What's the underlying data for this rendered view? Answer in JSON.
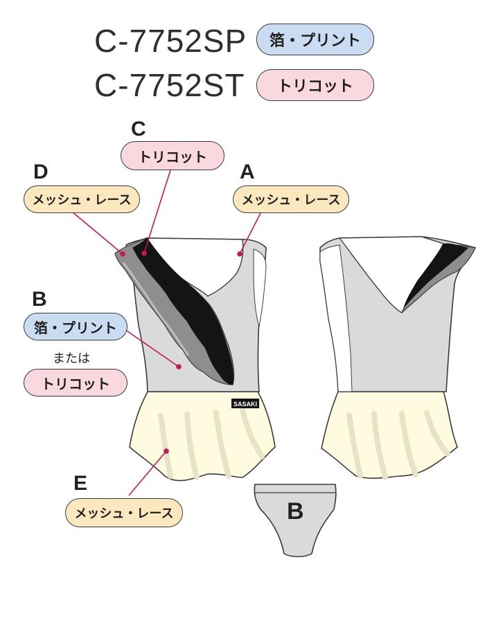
{
  "header": {
    "model_sp": "C-7752SP",
    "model_st": "C-7752ST",
    "sp_badge": "箔・プリント",
    "st_badge": "トリコット"
  },
  "parts": {
    "c": {
      "letter": "C",
      "label": "トリコット"
    },
    "d": {
      "letter": "D",
      "label": "メッシュ・レース"
    },
    "a": {
      "letter": "A",
      "label": "メッシュ・レース"
    },
    "b": {
      "letter": "B",
      "label_1": "箔・プリント",
      "connector": "または",
      "label_2": "トリコット"
    },
    "e": {
      "letter": "E",
      "label": "メッシュ・レース"
    },
    "shorts": {
      "letter": "B"
    }
  },
  "logo_text": "SASAKI",
  "colors": {
    "body_gray": "#d9dada",
    "skirt_cream": "#fffbe0",
    "lace_black": "#141414",
    "lace_gray": "#8e8e8e",
    "leader_magenta": "#c4185c",
    "badge_blue": "#c9dcf2",
    "badge_pink": "#f9d9df",
    "badge_cream": "#fbe8bf"
  }
}
